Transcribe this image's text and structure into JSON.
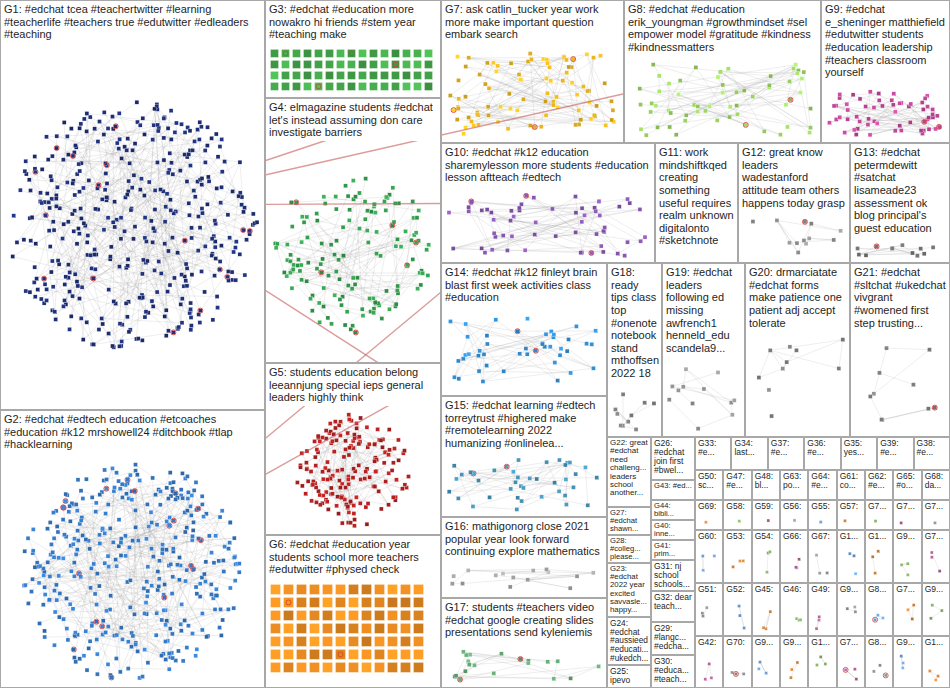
{
  "diagram": {
    "nodes": [
      {
        "text": [
          "G1: #edchat tcea #teachertwitter #learning #teacherlife #teachers true #edutwitter #edleaders #teaching"
        ]
      },
      {
        "text": [
          "G2: #edchat #edtech education #etcoaches #education #k12 mrshowell24 #ditchbook #tlap #hacklearning"
        ]
      },
      {
        "text": [
          "G3: #edchat #education more nowakro hi friends #stem year #teaching make"
        ]
      },
      {
        "text": [
          "G4: elmagazine students #edchat let's instead assuming don care investigate barriers"
        ]
      },
      {
        "text": [
          "G5: students education belong leeannjung special ieps general leaders highly think"
        ]
      },
      {
        "text": [
          "G6: #edchat #education year students school more teachers #edutwitter #physed check"
        ]
      },
      {
        "text": [
          "G7: ask catlin_tucker year work more make important question embark search"
        ]
      },
      {
        "text": [
          "G8: #edchat #education erik_youngman #growthmindset #sel empower model #gratitude #kindness #kindnessmatters"
        ]
      },
      {
        "text": [
          "G9: #edchat e_sheninger matthiefield #edutwitter students #education leadership #teachers classroom yourself"
        ]
      },
      {
        "text": [
          "G10: #edchat #k12 education sharemylesson more students #education lesson aftteach #edtech"
        ]
      },
      {
        "text": [
          "G11: work mindshiftkqed creating something useful requires realm unknown digitalonto #sketchnote"
        ]
      },
      {
        "text": [
          "G12: great know leaders wadestanford attitude team others happens today grasp"
        ]
      },
      {
        "text": [
          "G13: #edchat petermdewitt #satchat lisameade23 assessment ok blog principal's guest education"
        ]
      },
      {
        "text": [
          "G14: #edchat #k12 finleyt brain blast first week activities class #education"
        ]
      },
      {
        "text": [
          "G18: ready tips class top #onenote notebook stand mthoffsen 2022 18"
        ]
      },
      {
        "text": [
          "G19: #edchat leaders following ed missing awfrench1 henneld_edu scandela9..."
        ]
      },
      {
        "text": [
          "G20: drmarciatate #edchat forms make patience one patient adj accept tolerate"
        ]
      },
      {
        "text": [
          "G21: #edchat #sltchat #ukedchat vivgrant #womened first step trusting..."
        ]
      },
      {
        "text": [
          "G15: #edchat learning #edtech torreytrust #highered make #remotelearning 2022 humanizing #onlinelea..."
        ]
      },
      {
        "text": [
          "G16: mathigonorg close 2021 popular year look forward continuing explore mathematics"
        ]
      },
      {
        "text": [
          "G17: students #teachers video #edchat google creating slides presentations send kyleniemis"
        ]
      },
      {
        "text": [
          "G22: great #edchat need challeng... leaders school another..."
        ]
      },
      {
        "text": [
          "G27: #edchat shawn..."
        ]
      },
      {
        "text": [
          "G28: #colleg... please..."
        ]
      },
      {
        "text": [
          "G23: #edchat 2022 year excited savvasle... happy..."
        ]
      },
      {
        "text": [
          "G24: #edchat #aussieed #educati... #ukedch..."
        ]
      },
      {
        "text": [
          "G25: ipevo"
        ]
      },
      {
        "text": [
          "G26: #edchat join first #bwel..."
        ]
      },
      {
        "text": [
          "G43: #ed..."
        ]
      },
      {
        "text": [
          "G44: bibli..."
        ]
      },
      {
        "text": [
          "G40: inne..."
        ]
      },
      {
        "text": [
          "G41: prim..."
        ]
      },
      {
        "text": [
          "G31: nj school schools..."
        ]
      },
      {
        "text": [
          "G32: dear teach..."
        ]
      },
      {
        "text": [
          "G29: #langc... #edcha..."
        ]
      },
      {
        "text": [
          "G30: #educa... #teach..."
        ]
      },
      {
        "text": [
          "G33: #e..."
        ]
      },
      {
        "text": [
          "G34: last..."
        ]
      },
      {
        "text": [
          "G37: #e..."
        ]
      },
      {
        "text": [
          "G36: #e..."
        ]
      },
      {
        "text": [
          "G35: yes..."
        ]
      },
      {
        "text": [
          "G39: #e..."
        ]
      },
      {
        "text": [
          "G38: #e..."
        ]
      },
      {
        "text": [
          "G50: sc..."
        ]
      },
      {
        "text": [
          "G47: #e..."
        ]
      },
      {
        "text": [
          "G48: bl..."
        ]
      },
      {
        "text": [
          "G63: po..."
        ]
      },
      {
        "text": [
          "G64: #e..."
        ]
      },
      {
        "text": [
          "G61: co..."
        ]
      },
      {
        "text": [
          "G62: #e..."
        ]
      },
      {
        "text": [
          "G65: #o..."
        ]
      },
      {
        "text": [
          "G68: da..."
        ]
      },
      {
        "text": [
          "G69:"
        ]
      },
      {
        "text": [
          "G58:"
        ]
      },
      {
        "text": [
          "G59:"
        ]
      },
      {
        "text": [
          "G56:"
        ]
      },
      {
        "text": [
          "G55:"
        ]
      },
      {
        "text": [
          "G57:"
        ]
      },
      {
        "text": [
          "G7..."
        ]
      },
      {
        "text": [
          "G7..."
        ]
      },
      {
        "text": [
          "G7..."
        ]
      },
      {
        "text": [
          "G60:"
        ]
      },
      {
        "text": [
          "G53:"
        ]
      },
      {
        "text": [
          "G54:"
        ]
      },
      {
        "text": [
          "G66:"
        ]
      },
      {
        "text": [
          "G67:"
        ]
      },
      {
        "text": [
          "G1..."
        ]
      },
      {
        "text": [
          "G1..."
        ]
      },
      {
        "text": [
          "G9..."
        ]
      },
      {
        "text": [
          "G7..."
        ]
      },
      {
        "text": [
          "G51:"
        ]
      },
      {
        "text": [
          "G52:"
        ]
      },
      {
        "text": [
          "G45:"
        ]
      },
      {
        "text": [
          "G46:"
        ]
      },
      {
        "text": [
          "G49:"
        ]
      },
      {
        "text": [
          "G9..."
        ]
      },
      {
        "text": [
          "G8..."
        ]
      },
      {
        "text": [
          "G7..."
        ]
      },
      {
        "text": [
          "G9..."
        ]
      },
      {
        "text": [
          "G42:"
        ]
      },
      {
        "text": [
          "G70:"
        ]
      },
      {
        "text": [
          "G9..."
        ]
      },
      {
        "text": [
          "G9..."
        ]
      },
      {
        "text": [
          "G1..."
        ]
      },
      {
        "text": [
          "G7..."
        ]
      },
      {
        "text": [
          "G8..."
        ]
      },
      {
        "text": [
          "G9..."
        ]
      },
      {
        "text": [
          "G1..."
        ]
      }
    ],
    "edges": [
      {
        "from": 0,
        "to": 6,
        "arrow": "none"
      },
      {
        "from": 0,
        "to": 7,
        "arrow": "none"
      },
      {
        "from": 0,
        "to": 9,
        "arrow": "none"
      },
      {
        "from": 1,
        "to": 9,
        "arrow": "none"
      },
      {
        "from": 1,
        "to": 13,
        "arrow": "none"
      },
      {
        "from": 0,
        "to": 18,
        "arrow": "none"
      },
      {
        "from": 1,
        "to": 19,
        "arrow": "none"
      }
    ]
  }
}
